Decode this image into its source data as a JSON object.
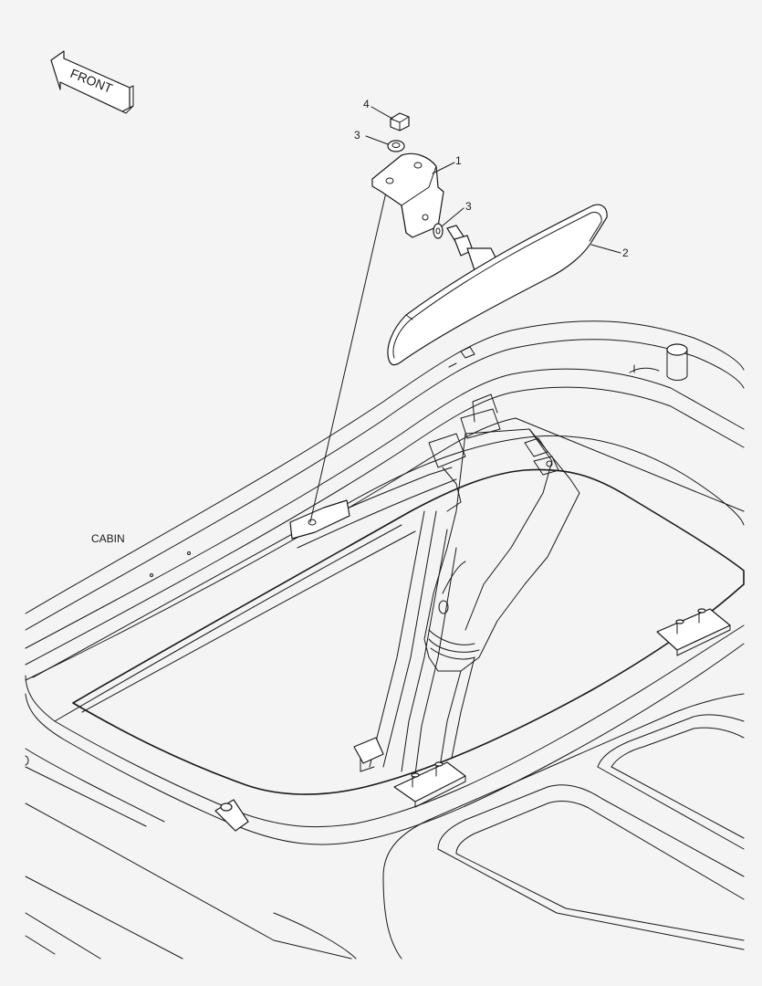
{
  "direction_arrow": {
    "label": "FRONT"
  },
  "area_label": "CABIN",
  "callouts": [
    {
      "number": "1",
      "part": "bracket"
    },
    {
      "number": "2",
      "part": "rearview mirror"
    },
    {
      "number": "3",
      "part": "washer (top)"
    },
    {
      "number": "3",
      "part": "washer (mirror stud)"
    },
    {
      "number": "4",
      "part": "bolt"
    }
  ]
}
